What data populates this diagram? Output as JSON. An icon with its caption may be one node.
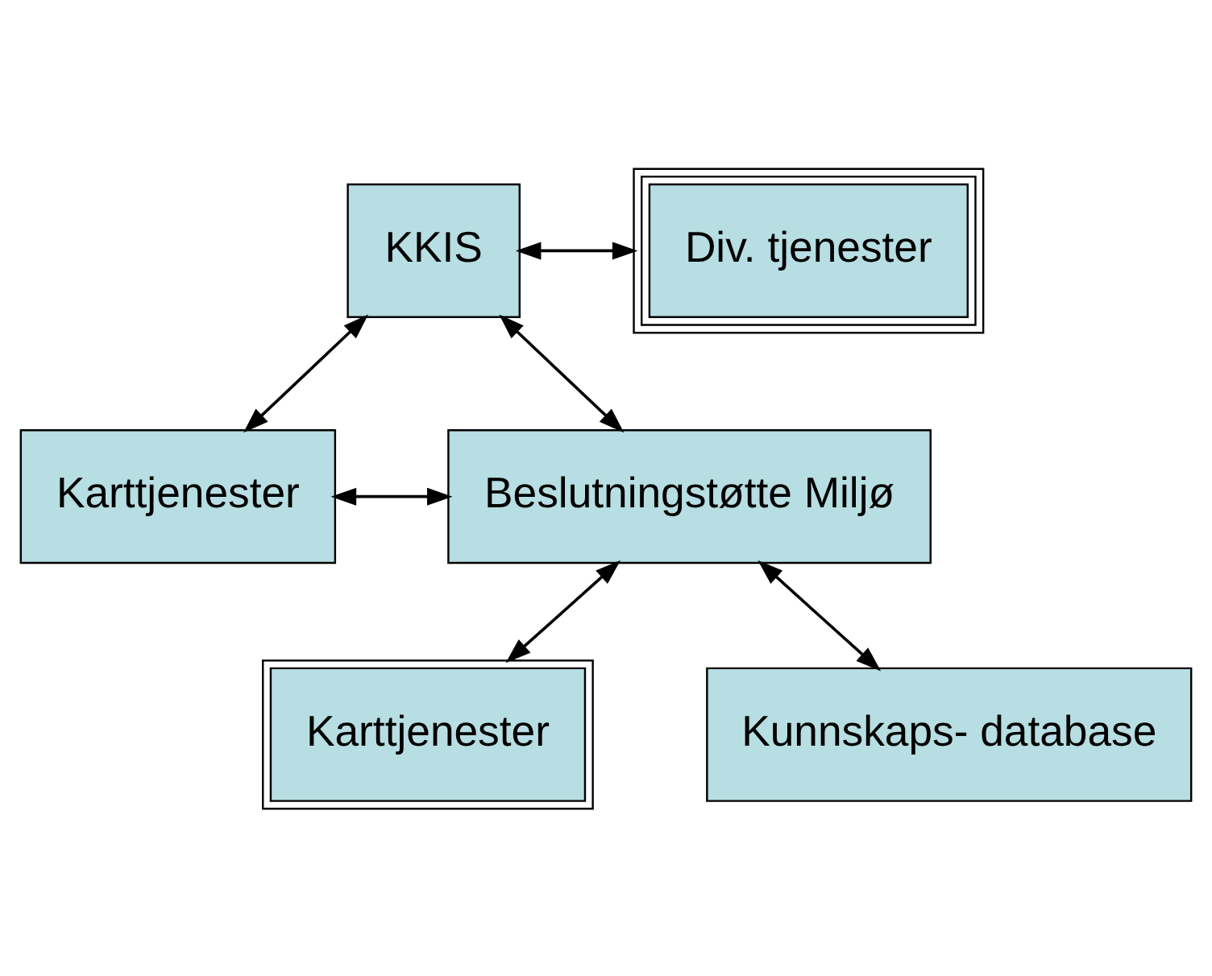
{
  "diagram": {
    "nodes": [
      {
        "text": [
          "KKIS"
        ]
      },
      {
        "text": [
          "Div. tjenester"
        ]
      },
      {
        "text": [
          "Karttjenester"
        ]
      },
      {
        "text": [
          "Beslutningstøtte Miljø"
        ]
      },
      {
        "text": [
          "Karttjenester"
        ]
      },
      {
        "text": [
          "Kunnskaps- database"
        ]
      }
    ],
    "edges": [
      {
        "from": 0,
        "to": 1,
        "arrow": "both"
      },
      {
        "from": 0,
        "to": 2,
        "arrow": "both"
      },
      {
        "from": 0,
        "to": 3,
        "arrow": "both"
      },
      {
        "from": 2,
        "to": 3,
        "arrow": "both"
      },
      {
        "from": 3,
        "to": 4,
        "arrow": "both"
      },
      {
        "from": 3,
        "to": 5,
        "arrow": "both"
      }
    ]
  }
}
